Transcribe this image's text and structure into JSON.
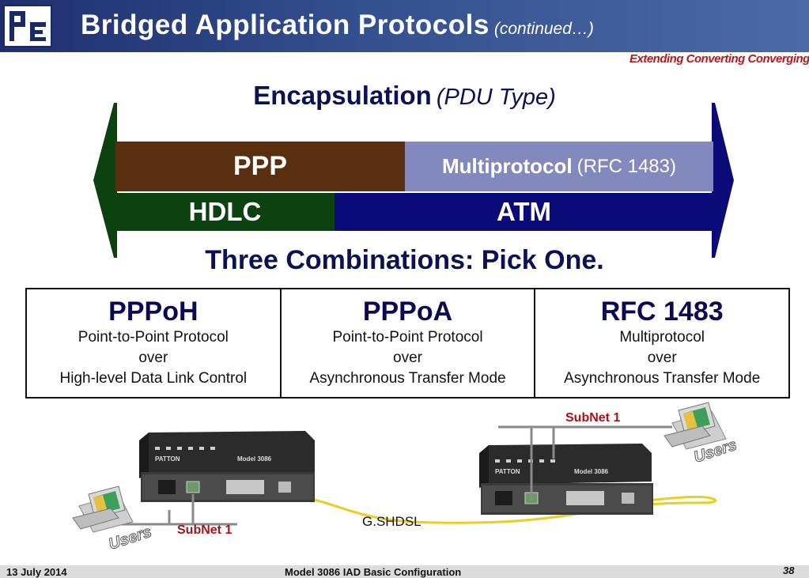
{
  "header": {
    "title": "Bridged Application Protocols",
    "title_suffix": "(continued…)",
    "tagline": "Extending Converting Converging",
    "logo_text": "PE"
  },
  "encapsulation": {
    "heading": "Encapsulation",
    "heading_sub": "(PDU Type)",
    "top_row": {
      "ppp": "PPP",
      "multiprotocol": "Multiprotocol",
      "multiprotocol_rfc": "(RFC 1483)"
    },
    "bottom_row": {
      "hdlc": "HDLC",
      "atm": "ATM"
    },
    "colors": {
      "ppp": "#5a2f10",
      "multiprotocol": "#8489bd",
      "hdlc": "#0c4110",
      "atm": "#0a0a78",
      "left_arrow": "#0c4110",
      "right_arrow": "#0a0a78"
    }
  },
  "combinations": {
    "heading": "Three Combinations:  Pick One.",
    "columns": [
      {
        "title": "PPPoH",
        "line1": "Point-to-Point Protocol",
        "line2": "over",
        "line3": "High-level Data Link Control"
      },
      {
        "title": "PPPoA",
        "line1": "Point-to-Point Protocol",
        "line2": "over",
        "line3": "Asynchronous Transfer Mode"
      },
      {
        "title": "RFC 1483",
        "line1": "Multiprotocol",
        "line2": "over",
        "line3": "Asynchronous Transfer Mode"
      }
    ]
  },
  "network": {
    "left_subnet_label": "SubNet 1",
    "right_subnet_label": "SubNet 1",
    "link_label": "G.SHDSL",
    "users_label": "Users",
    "device_brand": "PATTON",
    "device_model": "Model 3086"
  },
  "footer": {
    "date": "13 July 2014",
    "center": "Model 3086 IAD Basic Configuration",
    "page": "38"
  }
}
